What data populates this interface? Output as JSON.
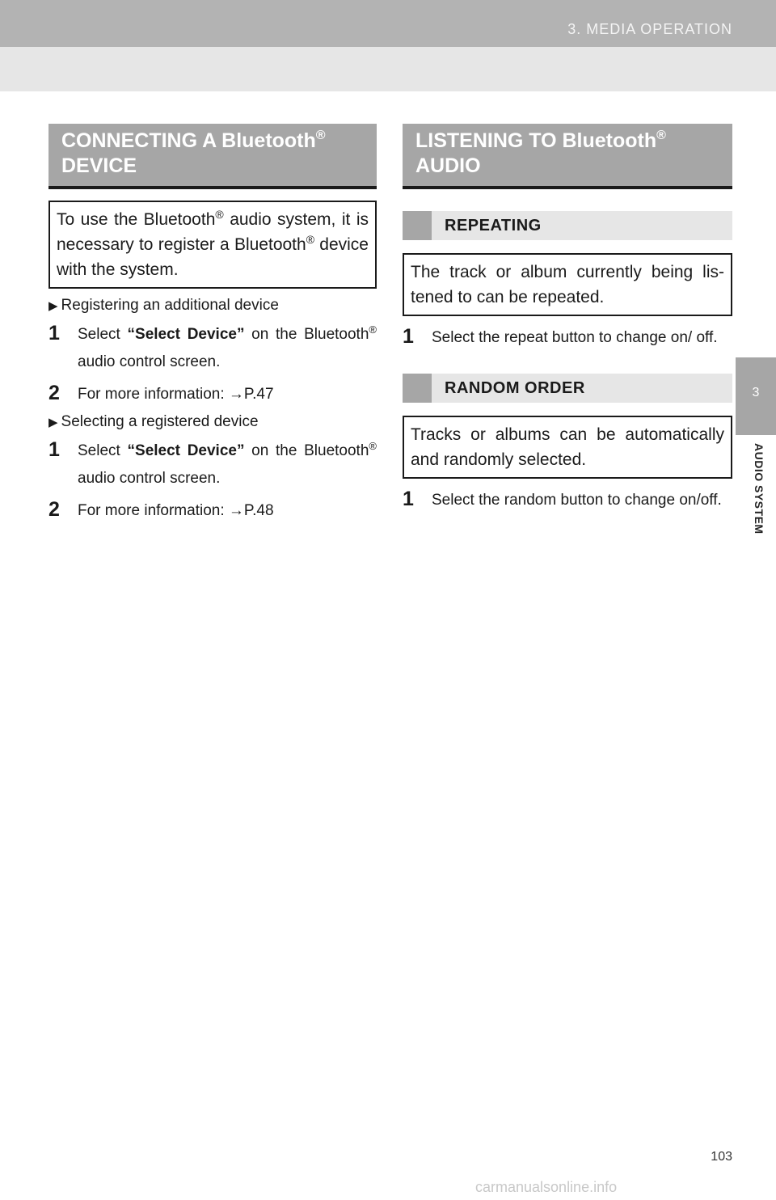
{
  "header": {
    "section": "3. MEDIA OPERATION"
  },
  "side_tab": {
    "number": "3",
    "label": "AUDIO SYSTEM"
  },
  "left": {
    "heading_line1": "CONNECTING A Bluetooth",
    "heading_mark": "®",
    "heading_line2": "DEVICE",
    "note_part1": "To use the Bluetooth",
    "note_mark1": "®",
    "note_part2": " audio system, it is necessary to register a Bluetooth",
    "note_mark2": "®",
    "note_part3": " device with the system.",
    "groups": [
      {
        "bullet": "Registering an additional device",
        "steps": [
          {
            "num": "1",
            "pre": "Select ",
            "bold": "“Select Device”",
            "post": " on the Bluetooth",
            "mark": "®",
            "tail": " audio control screen."
          },
          {
            "num": "2",
            "text": "For more information: →P.47"
          }
        ]
      },
      {
        "bullet": "Selecting a registered device",
        "steps": [
          {
            "num": "1",
            "pre": "Select ",
            "bold": "“Select Device”",
            "post": " on the Bluetooth",
            "mark": "®",
            "tail": " audio control screen."
          },
          {
            "num": "2",
            "text": "For more information: →P.48"
          }
        ]
      }
    ]
  },
  "right": {
    "heading_line1": "LISTENING TO Bluetooth",
    "heading_mark": "®",
    "heading_line2": "AUDIO",
    "sections": [
      {
        "title": "REPEATING",
        "note": "The track or album currently being lis- tened to can be repeated.",
        "step": {
          "num": "1",
          "text": "Select the repeat button to change on/ off."
        }
      },
      {
        "title": "RANDOM ORDER",
        "note": "Tracks or albums can be automatically and randomly selected.",
        "step": {
          "num": "1",
          "text": "Select the random button to change on/off."
        }
      }
    ]
  },
  "page_number": "103",
  "watermark": "carmanualsonline.info"
}
